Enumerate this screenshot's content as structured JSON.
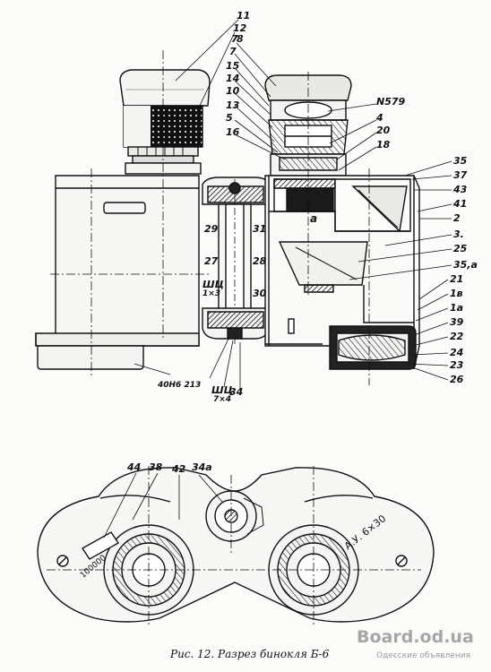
{
  "caption": "Рис. 12. Разрез бинокля Б-6",
  "watermark": {
    "site": "Board.od.ua",
    "tagline": "Одесские объявления"
  },
  "engraving_right": "А.У. 6×30",
  "engraving_left": "100000",
  "labels_top": {
    "l11": "11",
    "l12": "12",
    "l7a": "7",
    "l7b": "7",
    "l8": "8",
    "l15": "15",
    "l14": "14",
    "l10": "10",
    "l13": "13",
    "l5": "5",
    "l16": "16",
    "lN579": "N579",
    "l4": "4",
    "l20": "20",
    "l18": "18",
    "l35": "35",
    "l37": "37",
    "l43": "43",
    "l41": "41",
    "l2": "2",
    "l3": "3.",
    "l25": "25",
    "l35a": "35,a",
    "l21": "21",
    "l1b": "1в",
    "l1a": "1а",
    "l39": "39",
    "l22": "22",
    "l24": "24",
    "l23": "23",
    "l26": "26",
    "l29": "29",
    "l31": "31",
    "l27": "27",
    "l28": "28",
    "lShch1": "ШЦ",
    "lShch1b": "1×3",
    "l30": "30",
    "lA": "а",
    "l40": "40Н6 213",
    "lShch2": "ШЦ",
    "lShch2b": "7×4",
    "l34": "34"
  },
  "labels_bottom": {
    "l44": "44",
    "l38": "38",
    "l42": "42",
    "l34a": "34а"
  }
}
